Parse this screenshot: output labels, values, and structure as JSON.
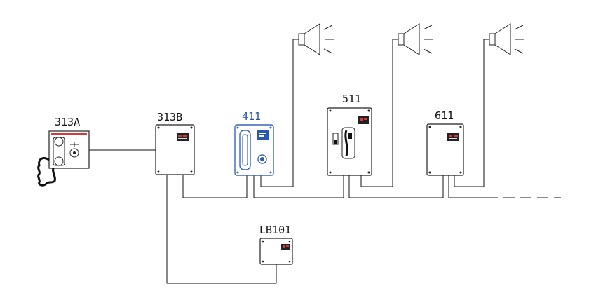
{
  "diagram": {
    "devices": {
      "d313a": {
        "label": "313A"
      },
      "d313b": {
        "label": "313B"
      },
      "d411": {
        "label": "411"
      },
      "d511": {
        "label": "511"
      },
      "d611": {
        "label": "611"
      },
      "lb101": {
        "label": "LB101"
      }
    },
    "colors": {
      "line": "#111111",
      "accent_blue": "#3a66b5",
      "indicator_red": "#d23a3a",
      "panel_blue": "#2a5ab0"
    },
    "icons": [
      "speaker-icon",
      "handset-icon",
      "indicator-panel-icon",
      "coiled-cord-icon"
    ]
  }
}
